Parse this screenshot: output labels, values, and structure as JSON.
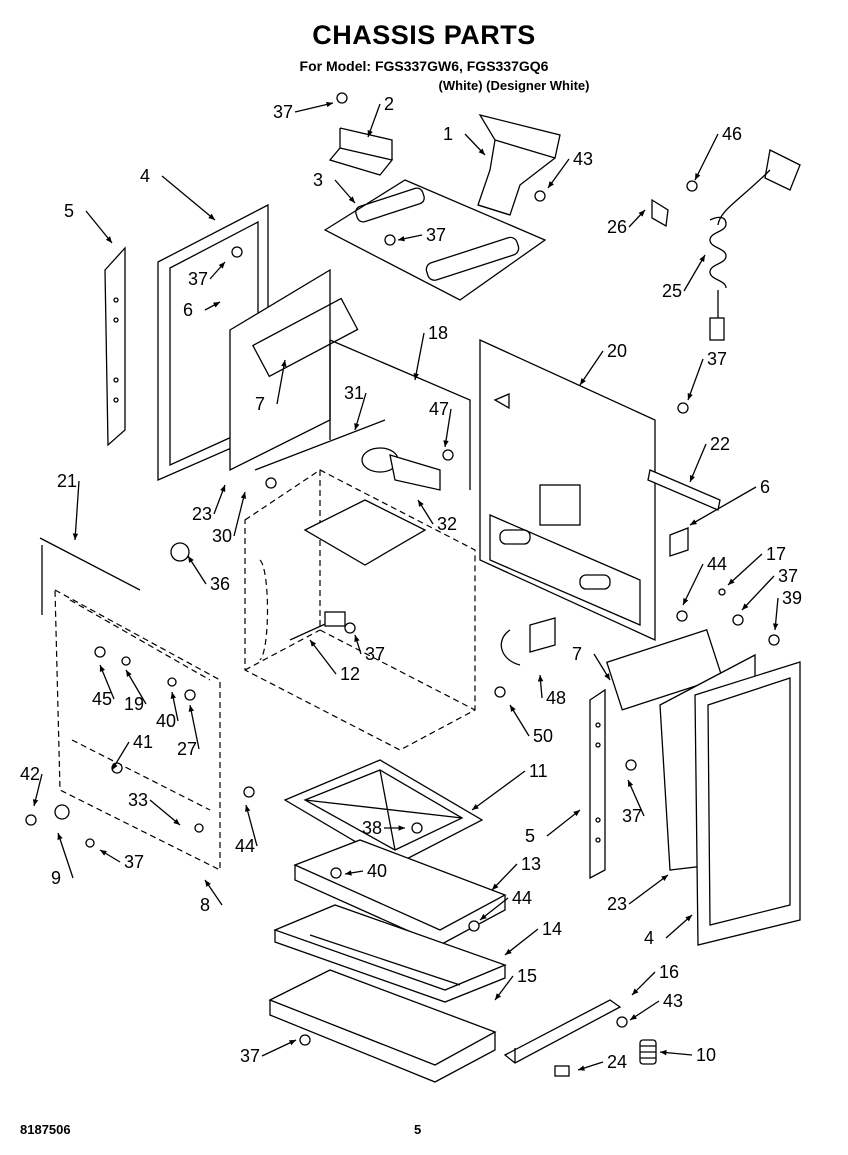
{
  "header": {
    "title": "CHASSIS PARTS",
    "model_line": "For Model: FGS337GW6, FGS337GQ6",
    "color_line": "(White)  (Designer White)"
  },
  "footer": {
    "part_number": "8187506",
    "page_number": "5"
  },
  "callouts": [
    "37",
    "2",
    "1",
    "43",
    "46",
    "4",
    "3",
    "37",
    "5",
    "37",
    "6",
    "7",
    "18",
    "20",
    "26",
    "25",
    "37",
    "31",
    "47",
    "22",
    "6",
    "23",
    "30",
    "32",
    "21",
    "36",
    "12",
    "37",
    "44",
    "17",
    "37",
    "39",
    "7",
    "48",
    "50",
    "45",
    "19",
    "40",
    "27",
    "41",
    "42",
    "33",
    "44",
    "9",
    "37",
    "8",
    "11",
    "38",
    "40",
    "13",
    "5",
    "37",
    "23",
    "44",
    "14",
    "4",
    "15",
    "16",
    "43",
    "10",
    "24",
    "37"
  ]
}
